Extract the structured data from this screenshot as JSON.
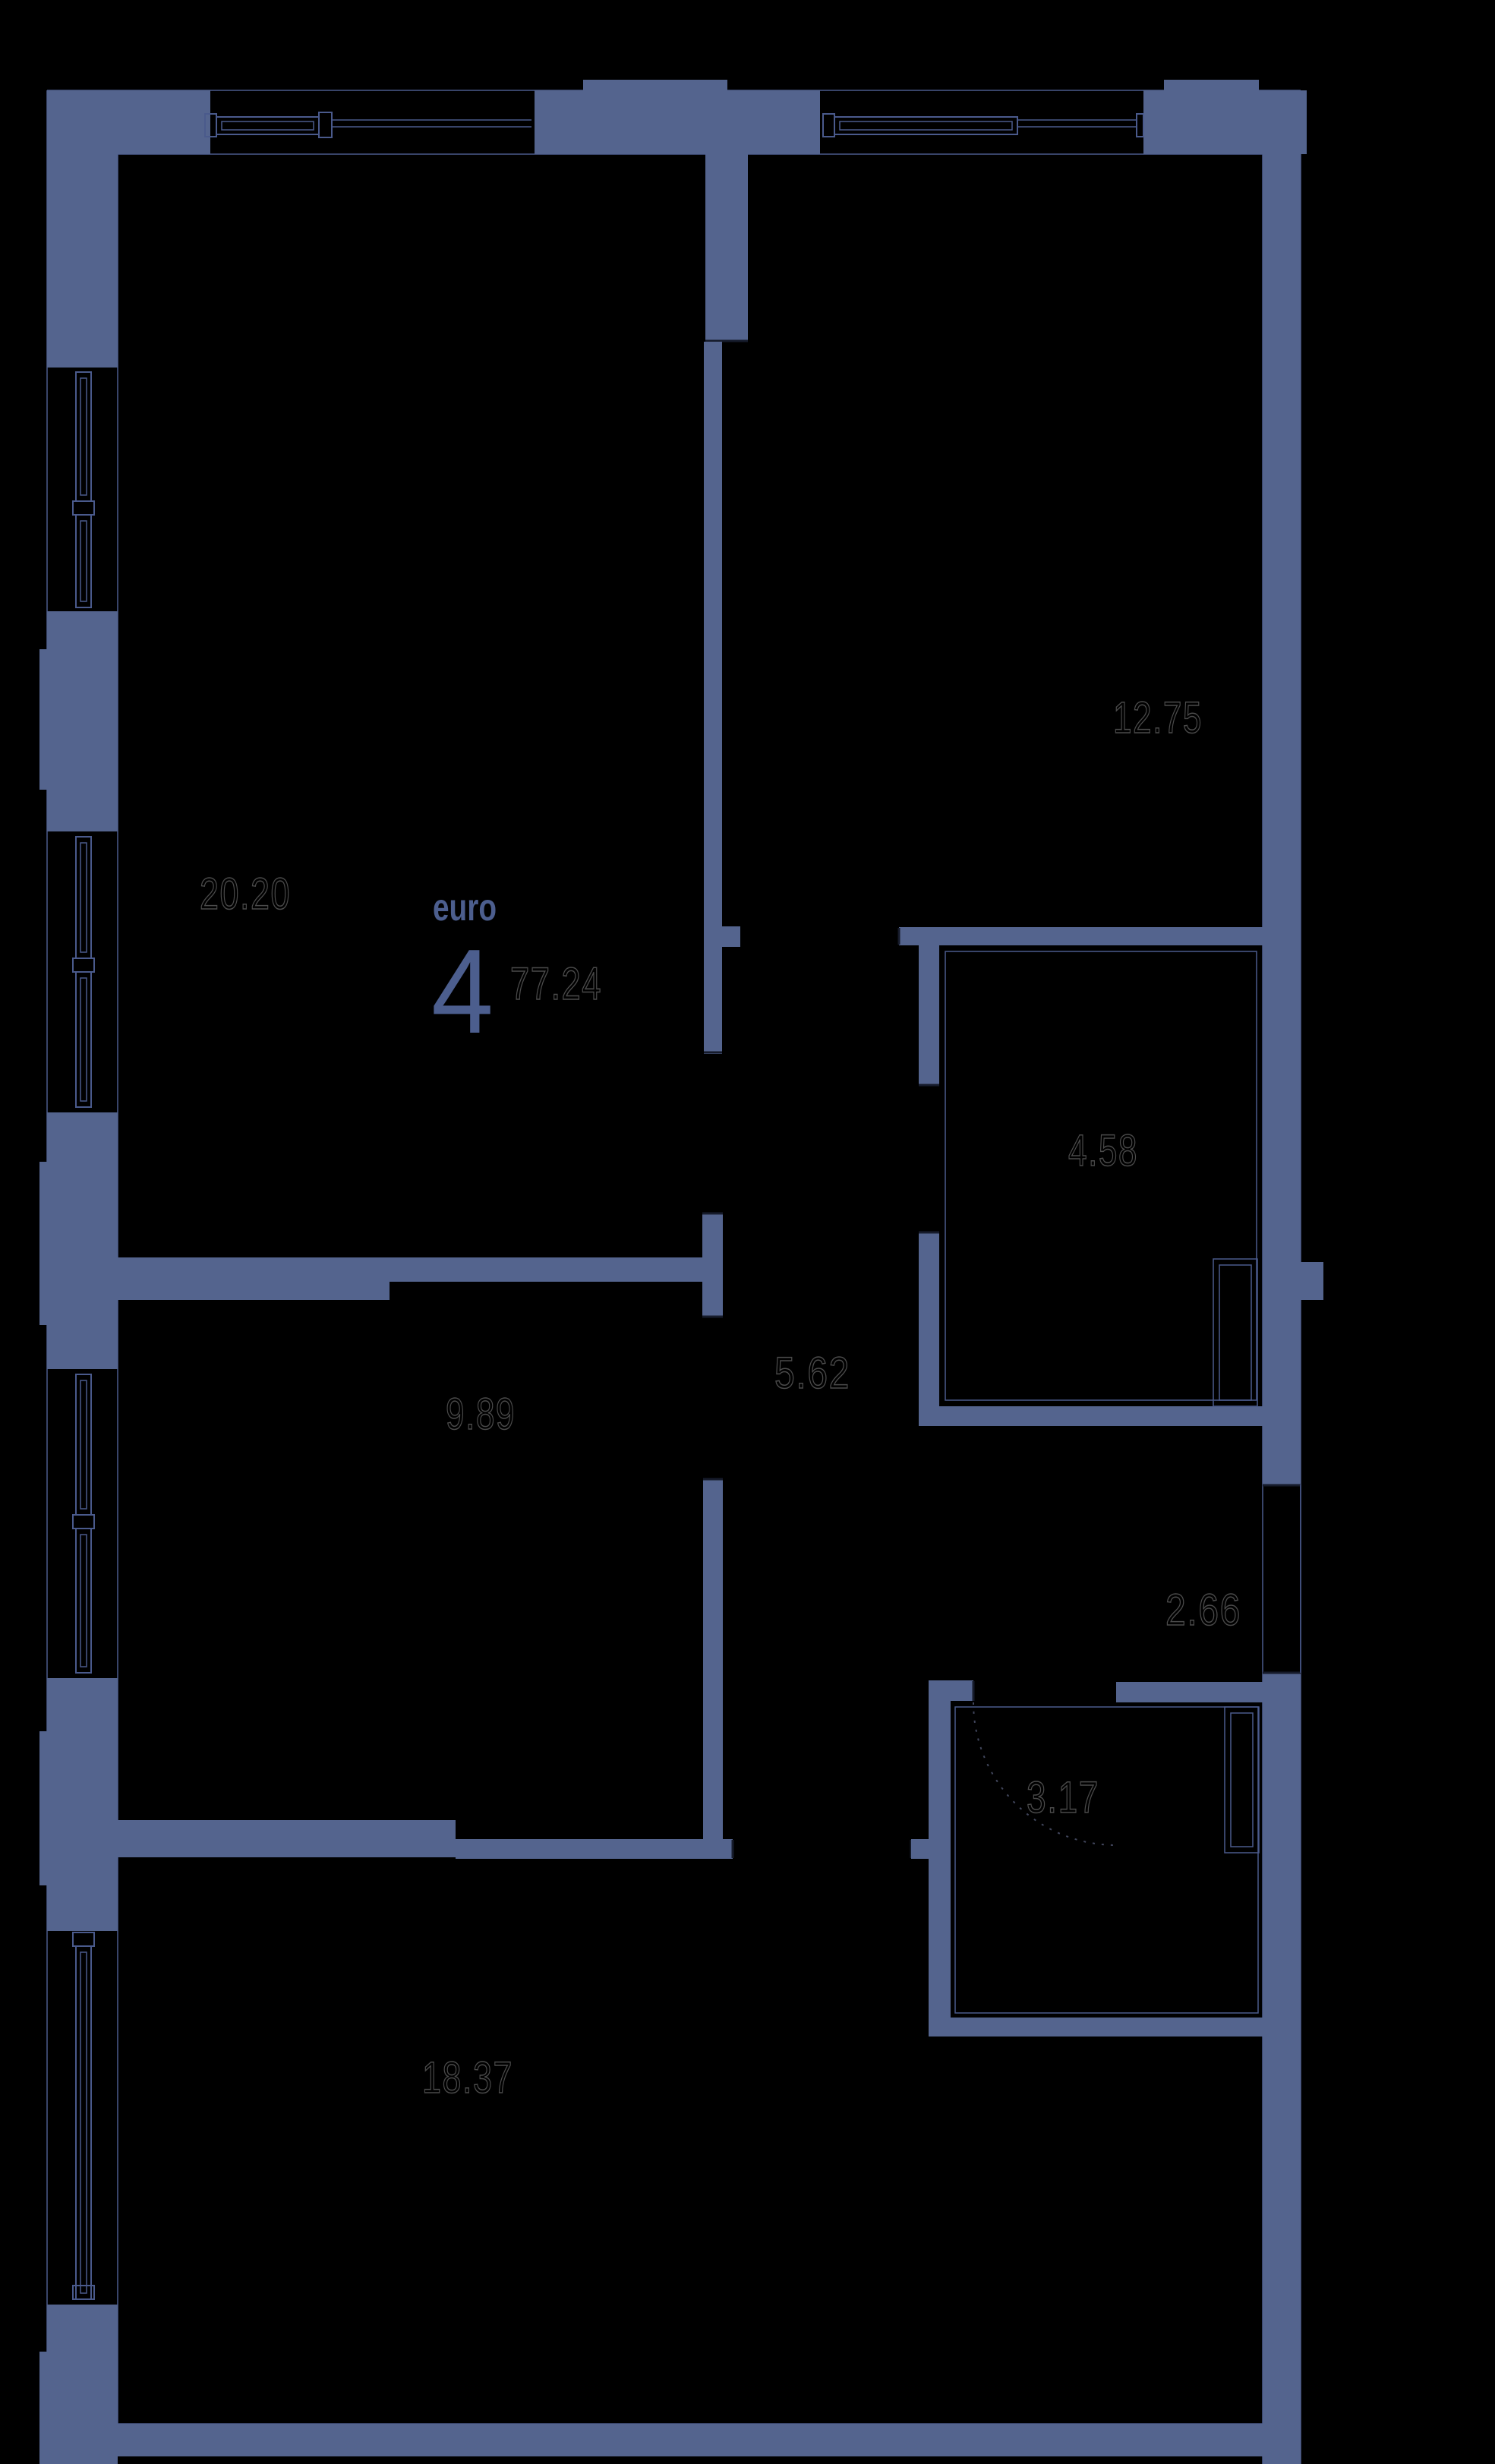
{
  "title": "apartment-floor-plan",
  "unit": {
    "type_label": "euro",
    "rooms_count": "4",
    "total_area": "77.24"
  },
  "areas": {
    "living": "20.20",
    "bedroom_right": "12.75",
    "bathroom": "4.58",
    "corridor": "5.62",
    "bedroom_left": "9.89",
    "hall": "2.66",
    "wc": "3.17",
    "kitchen_living": "18.37"
  },
  "colors": {
    "background": "#000000",
    "wall": "#54648E",
    "line": "#4A5A8C",
    "cap": "#161B2B",
    "number_outline": "#4B4B4B",
    "accent": "#4C5E8E"
  }
}
